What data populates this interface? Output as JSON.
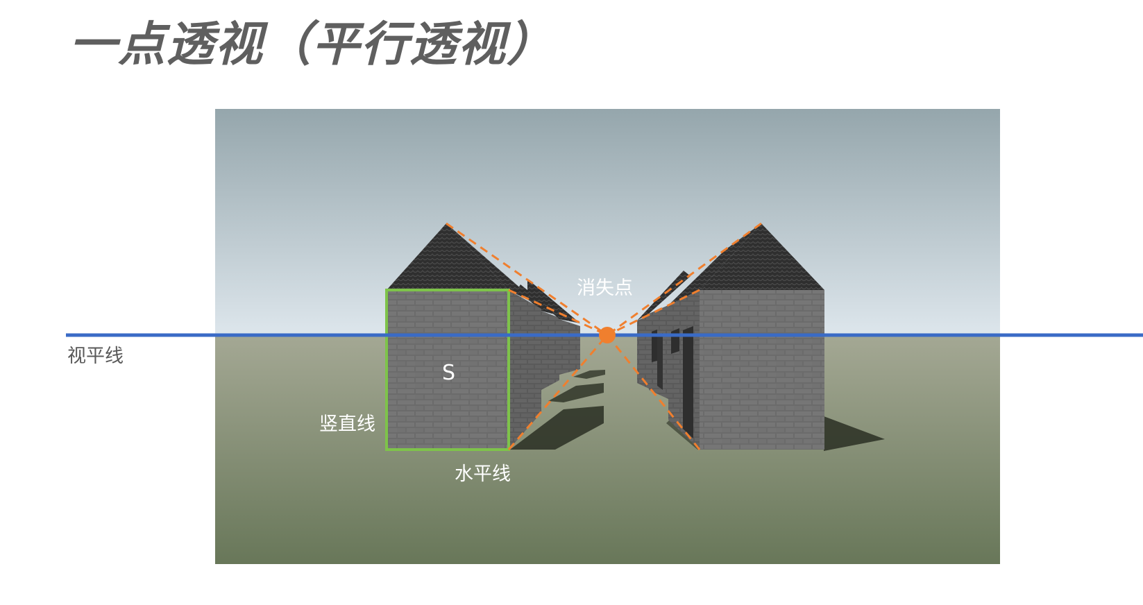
{
  "slide": {
    "title": "一点透视（平行透视）"
  },
  "labels": {
    "vanishing_point": "消失点",
    "horizon_line": "视平线",
    "vertical_line": "竖直线",
    "horizontal_line": "水平线",
    "face": "S"
  },
  "colors": {
    "title": "#5f5f5f",
    "horizon_line": "#3a6bc6",
    "vanishing_point": "#f07f2e",
    "perspective_lines": "#f07f2e",
    "face_outline": "#7ec34a",
    "sky_top": "#95a6ac",
    "sky_bottom": "#dde6ec",
    "ground_top": "#a4a894",
    "ground_bottom": "#687759",
    "house_wall": "#6e6e6e",
    "roof": "#3b3b3b"
  }
}
